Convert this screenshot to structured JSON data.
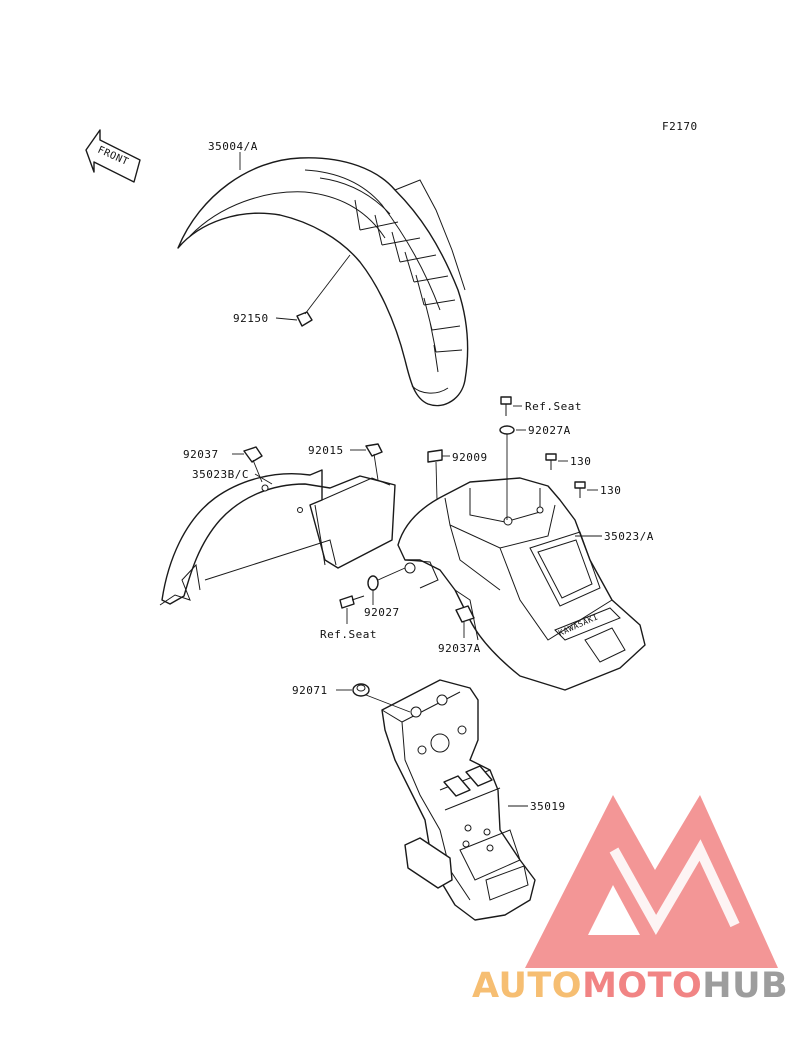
{
  "diagram_code": "F2170",
  "front_arrow_label": "FRONT",
  "labels": {
    "front_fender": "35004/A",
    "bolt_front": "92150",
    "clip_left": "92037",
    "rear_inner_fender": "35023B/C",
    "nut_clip": "92015",
    "bolt_rear_top": "92009",
    "ref_seat_top": "Ref.Seat",
    "washer_top": "92027A",
    "bolt_130_a": "130",
    "bolt_130_b": "130",
    "rear_fender": "35023/A",
    "washer_side": "92027",
    "ref_seat_side": "Ref.Seat",
    "clip_lower": "92037A",
    "nut_bracket": "92071",
    "bracket": "35019"
  },
  "fender_brand_text": "KAWASAKI",
  "watermark": {
    "part1": "AUTO",
    "part2": "MOTO",
    "part3": "HUB",
    "color_orange": "#f5b35a",
    "color_red": "#ef6f6f",
    "color_gray": "#8c8c8c"
  }
}
